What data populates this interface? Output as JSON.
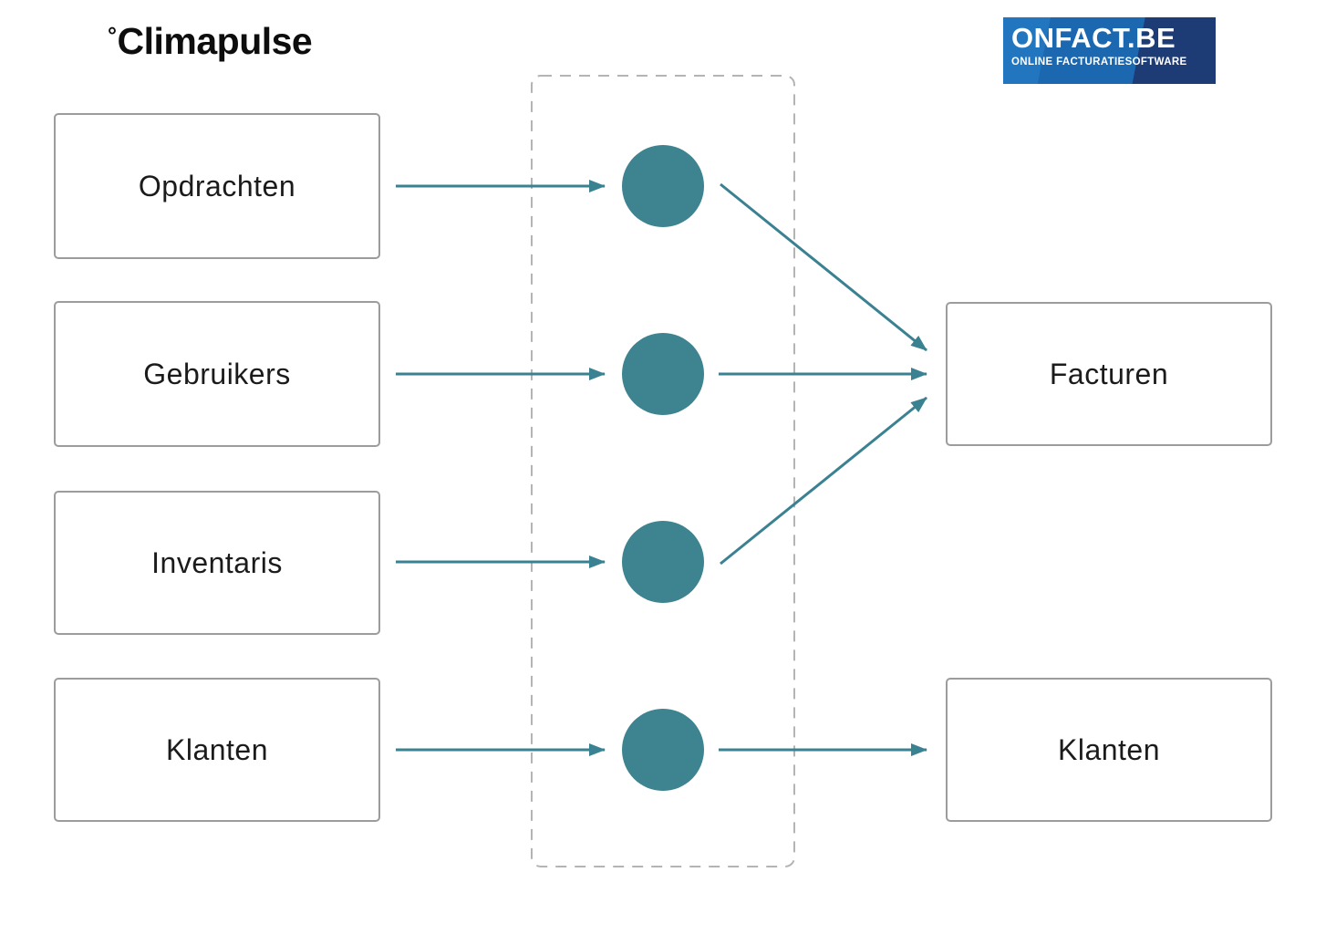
{
  "header": {
    "climapulse": {
      "degree": "°",
      "name": "Climapulse"
    },
    "onfact": {
      "title": "ONFACT.BE",
      "subtitle": "ONLINE FACTURATIESOFTWARE",
      "brand_colors": {
        "light_blue": "#2176bf",
        "mid_blue": "#1b67b0",
        "dark_blue": "#1d3b74"
      }
    }
  },
  "diagram": {
    "source_nodes": [
      {
        "label": "Opdrachten"
      },
      {
        "label": "Gebruikers"
      },
      {
        "label": "Inventaris"
      },
      {
        "label": "Klanten"
      }
    ],
    "target_nodes": [
      {
        "label": "Facturen"
      },
      {
        "label": "Klanten"
      }
    ],
    "flows": [
      {
        "from": "Opdrachten",
        "to": "Facturen"
      },
      {
        "from": "Gebruikers",
        "to": "Facturen"
      },
      {
        "from": "Inventaris",
        "to": "Facturen"
      },
      {
        "from": "Klanten",
        "to": "Klanten"
      }
    ],
    "colors": {
      "node_circle": "#3d8390",
      "connector": "#3a8191",
      "box_border": "#9c9c9c",
      "dashed_border": "#b4b4b4"
    }
  }
}
